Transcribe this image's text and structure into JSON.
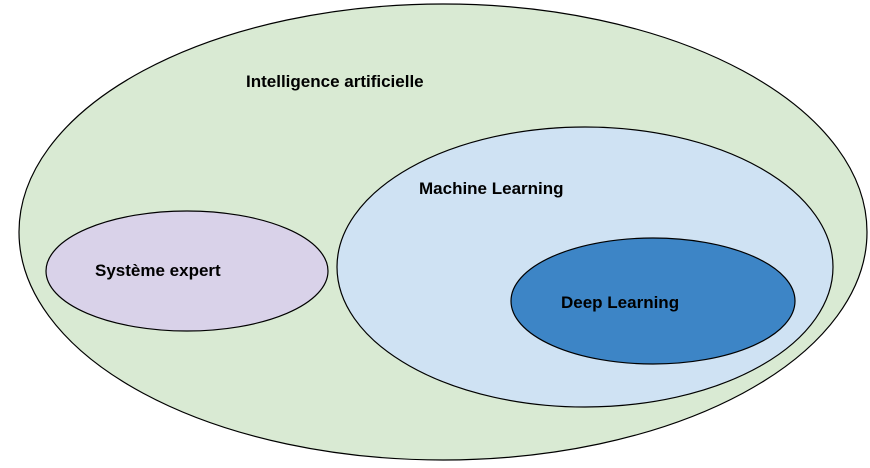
{
  "diagram": {
    "outer": {
      "label": "Intelligence artificielle",
      "fill": "#d9ead3"
    },
    "expert": {
      "label": "Système expert",
      "fill": "#d9d2e9"
    },
    "ml": {
      "label": "Machine Learning",
      "fill": "#cfe2f3"
    },
    "dl": {
      "label": "Deep Learning",
      "fill": "#3d85c6"
    },
    "stroke": "#000000"
  }
}
